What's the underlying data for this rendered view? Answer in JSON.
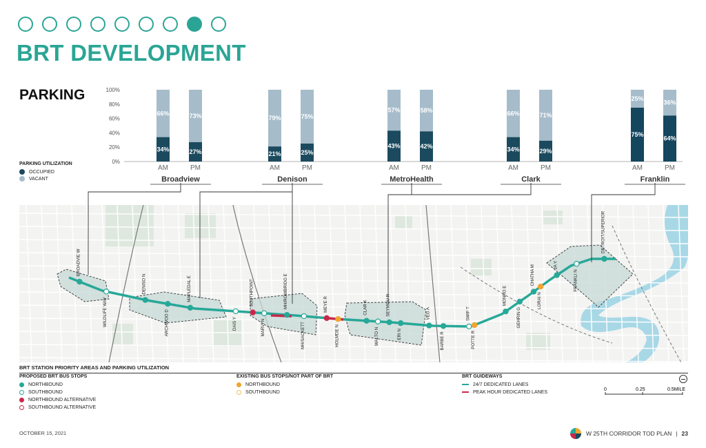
{
  "header": {
    "title": "BRT DEVELOPMENT",
    "progress_dots": 9,
    "active_dot": 8
  },
  "section_title": "PARKING",
  "parking_legend": {
    "title": "PARKING UTILIZATION",
    "items": [
      {
        "label": "OCCUPIED",
        "color": "#1b4a5e"
      },
      {
        "label": "VACANT",
        "color": "#a6bcca"
      }
    ]
  },
  "chart_data": {
    "type": "bar",
    "ylim": [
      0,
      100
    ],
    "yticks": [
      "0%",
      "20%",
      "40%",
      "60%",
      "80%",
      "100%"
    ],
    "groups": [
      {
        "name": "Broadview",
        "bars": [
          {
            "label": "AM",
            "occupied": 34,
            "vacant": 66
          },
          {
            "label": "PM",
            "occupied": 27,
            "vacant": 73
          }
        ]
      },
      {
        "name": "Denison",
        "bars": [
          {
            "label": "AM",
            "occupied": 21,
            "vacant": 79
          },
          {
            "label": "PM",
            "occupied": 25,
            "vacant": 75
          }
        ]
      },
      {
        "name": "MetroHealth",
        "bars": [
          {
            "label": "AM",
            "occupied": 43,
            "vacant": 57
          },
          {
            "label": "PM",
            "occupied": 42,
            "vacant": 58
          }
        ]
      },
      {
        "name": "Clark",
        "bars": [
          {
            "label": "AM",
            "occupied": 34,
            "vacant": 66
          },
          {
            "label": "PM",
            "occupied": 29,
            "vacant": 71
          }
        ]
      },
      {
        "name": "Franklin",
        "bars": [
          {
            "label": "AM",
            "occupied": 75,
            "vacant": 25
          },
          {
            "label": "PM",
            "occupied": 64,
            "vacant": 36
          }
        ]
      }
    ],
    "colors": {
      "occupied": "#1b4a5e",
      "vacant": "#a6bcca",
      "franklin_occupied": "#14465e"
    }
  },
  "map": {
    "stations": [
      {
        "label": "BROADVIE W",
        "type": "north"
      },
      {
        "label": "WILDLIFE WAY",
        "type": "south"
      },
      {
        "label": "DENISO N",
        "type": "north"
      },
      {
        "label": "ARCHWOO D",
        "type": "north"
      },
      {
        "label": "MAPLEDAL E",
        "type": "north"
      },
      {
        "label": "DAIS Y",
        "type": "south"
      },
      {
        "label": "SOUTHPOINT",
        "type": "north-alt"
      },
      {
        "label": "MARVI N",
        "type": "south"
      },
      {
        "label": "MH/ROWBRIDG E",
        "type": "north"
      },
      {
        "label": "MH/SACKETT",
        "type": "south"
      },
      {
        "label": "MEYE R",
        "type": "north-alt"
      },
      {
        "label": "HOLMDE N",
        "type": "existing-north"
      },
      {
        "label": "CLAR K",
        "type": "north"
      },
      {
        "label": "WALTO N",
        "type": "south"
      },
      {
        "label": "SEYMOU R",
        "type": "north"
      },
      {
        "label": "ERI N",
        "type": "north"
      },
      {
        "label": "VEG A",
        "type": "north"
      },
      {
        "label": "BARBE R",
        "type": "north"
      },
      {
        "label": "SWIF T",
        "type": "south"
      },
      {
        "label": "POTTE R",
        "type": "existing-north"
      },
      {
        "label": "MONRO E",
        "type": "north"
      },
      {
        "label": "GEHRIN G",
        "type": "north"
      },
      {
        "label": "CHATHA M",
        "type": "north"
      },
      {
        "label": "LORAI N",
        "type": "existing-north"
      },
      {
        "label": "JA Y",
        "type": "north"
      },
      {
        "label": "FRANKLI N",
        "type": "south"
      },
      {
        "label": "DETROIT/SUPERIOR",
        "type": "north"
      }
    ]
  },
  "bottom_legend": {
    "title": "BRT STATION PRIORITY AREAS AND PARKING UTILIZATION",
    "proposed": {
      "title": "PROPOSED BRT BUS STOPS",
      "items": [
        "NORTHBOUND",
        "SOUTHBOUND",
        "NORTHBOUND ALTERNATIVE",
        "SOUTHBOUND ALTERNATIVE"
      ]
    },
    "existing": {
      "title": "EXISTING BUS STOPS/NOT PART OF BRT",
      "items": [
        "NORTHBOUND",
        "SOUTHBOUND"
      ]
    },
    "guideways": {
      "title": "BRT GUIDEWAYS",
      "items": [
        "24/7 DEDICATED LANES",
        "PEAK HOUR DEDICATED LANES"
      ]
    },
    "scale": {
      "labels": [
        "0",
        "0.25",
        "0.5MILE"
      ]
    },
    "colors": {
      "teal": "#27a898",
      "red": "#c8284a",
      "orange": "#f0a530"
    }
  },
  "footer": {
    "date": "OCTOBER 15, 2021",
    "doc": "W 25TH CORRIDOR TOD PLAN",
    "sep": "|",
    "page": "23"
  }
}
